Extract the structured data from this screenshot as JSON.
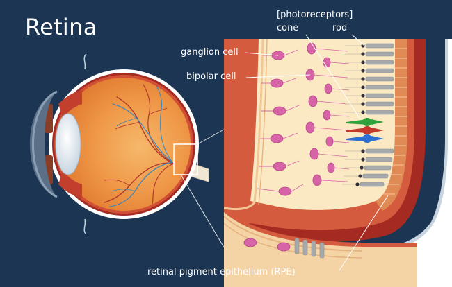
{
  "title": "Retina",
  "labels": {
    "photoreceptors": "[photoreceptors]",
    "cone": "cone",
    "rod": "rod",
    "ganglion_cell": "ganglion cell",
    "bipolar_cell": "bipolar cell",
    "rpe": "retinal pigment epithelium (RPE)"
  },
  "colors": {
    "background": "#1c3553",
    "sclera": "#a52b22",
    "choroid": "#d45b3d",
    "retina_tissue": "#fbe9c4",
    "ganglion_cells": "#d864a8",
    "rods": "#a7aaac",
    "rpe": "#e08a55",
    "cone_green": "#2fa13a",
    "cone_red": "#c0392b",
    "cone_blue": "#2a6fd1",
    "leader_lines": "#ffffff"
  }
}
